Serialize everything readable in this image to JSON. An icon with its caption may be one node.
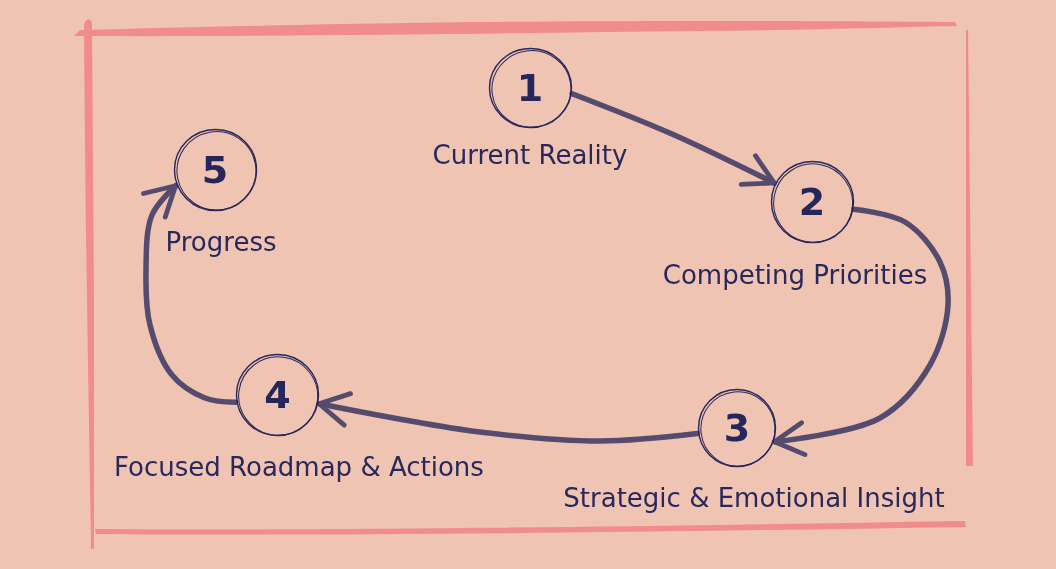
{
  "diagram": {
    "nodes": [
      {
        "text": [
          "1"
        ],
        "beside": [
          "Current Reality"
        ]
      },
      {
        "text": [
          "2"
        ],
        "beside": [
          "Competing Priorities"
        ]
      },
      {
        "text": [
          "3"
        ],
        "beside": [
          "Strategic & Emotional Insight"
        ]
      },
      {
        "text": [
          "4"
        ],
        "beside": [
          "Focused Roadmap & Actions"
        ]
      },
      {
        "text": [
          "5"
        ],
        "beside": [
          "Progress"
        ]
      }
    ],
    "edges": [
      {
        "from": 0,
        "to": 1,
        "arrow": "to"
      },
      {
        "from": 1,
        "to": 2,
        "arrow": "to"
      },
      {
        "from": 2,
        "to": 3,
        "arrow": "to"
      },
      {
        "from": 3,
        "to": 4,
        "arrow": "to"
      }
    ]
  }
}
